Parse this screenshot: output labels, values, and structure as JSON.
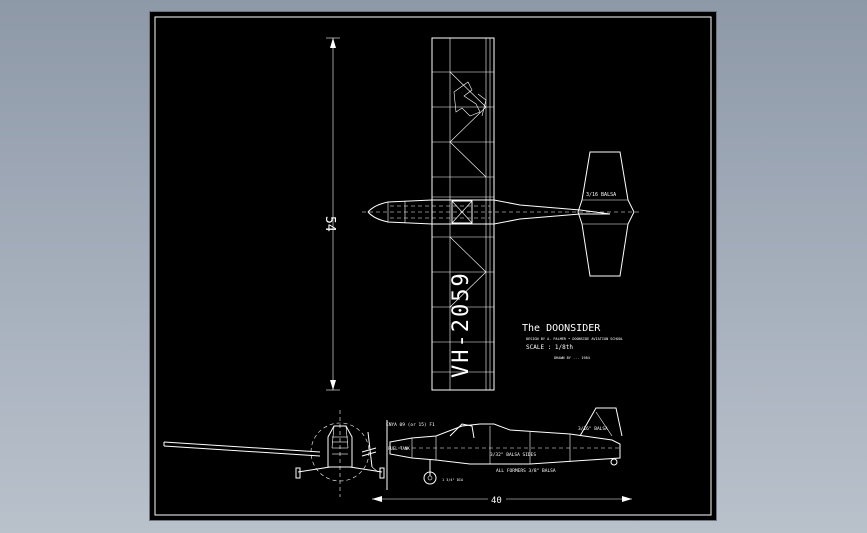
{
  "drawing": {
    "title": "The DOONSIDER",
    "subtitle": "DESIGN BY A. PALMER • DOONSIDE AVIATION SCHOOL",
    "scale": "SCALE : 1/8th",
    "note": "DRAWN BY ... 1984",
    "registration": "VH-2059",
    "span_dimension": "54",
    "length_dimension": "40",
    "tail_material": "3/16 BALSA",
    "fin_material": "3/16\" BALSA",
    "fuselage_note": "3/32\" BALSA SIDES",
    "formers_note": "ALL FORMERS 3/8\" BALSA",
    "engine_note": "ENYA 09 (or 15) F1",
    "tank_note": "FUEL TANK",
    "wheel_note": "1 3/4\" DIA"
  },
  "colors": {
    "viewport_background": "#000000",
    "line": "#ffffff",
    "app_background": "#9aa4b1"
  }
}
